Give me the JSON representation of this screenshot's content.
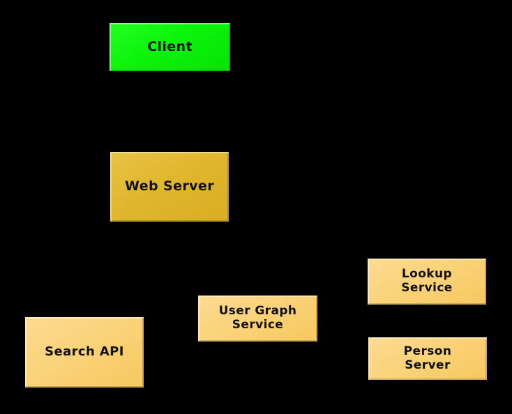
{
  "diagram": {
    "background_color": "#000000",
    "nodes": [
      {
        "id": "client",
        "label": "Client",
        "fill_color": "#0BF40B",
        "text_color": "#111111"
      },
      {
        "id": "web-server",
        "label": "Web Server",
        "fill_color": "#E0B62C",
        "text_color": "#111111"
      },
      {
        "id": "search-api",
        "label": "Search API",
        "fill_color": "#FAD278",
        "text_color": "#111111"
      },
      {
        "id": "user-graph-service",
        "label": "User Graph\nService",
        "fill_color": "#FAD278",
        "text_color": "#111111"
      },
      {
        "id": "lookup-service",
        "label": "Lookup\nService",
        "fill_color": "#FAD278",
        "text_color": "#111111"
      },
      {
        "id": "person-server",
        "label": "Person\nServer",
        "fill_color": "#FAD278",
        "text_color": "#111111"
      }
    ]
  }
}
